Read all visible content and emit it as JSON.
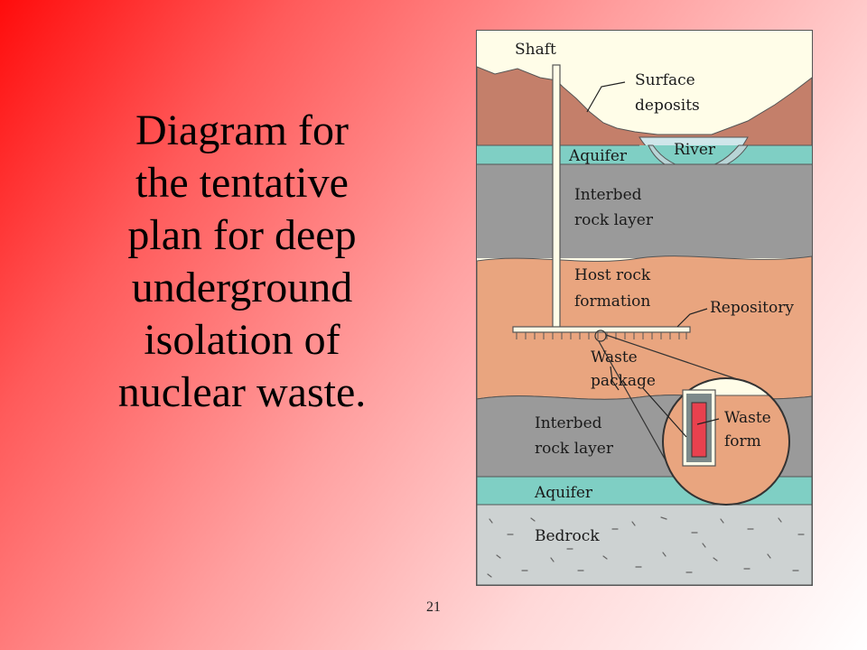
{
  "slide": {
    "title": "Diagram for\nthe tentative\nplan for deep\nunderground\nisolation of\nnuclear waste.",
    "number": "21"
  },
  "diagram": {
    "labels": {
      "shaft": "Shaft",
      "surface_deposits_1": "Surface",
      "surface_deposits_2": "deposits",
      "river": "River",
      "aquifer_top": "Aquifer",
      "interbed_top_1": "Interbed",
      "interbed_top_2": "rock layer",
      "host_rock_1": "Host rock",
      "host_rock_2": "formation",
      "repository": "Repository",
      "waste_package_1": "Waste",
      "waste_package_2": "package",
      "waste_form_1": "Waste",
      "waste_form_2": "form",
      "interbed_bottom_1": "Interbed",
      "interbed_bottom_2": "rock layer",
      "aquifer_bottom": "Aquifer",
      "bedrock": "Bedrock"
    },
    "colors": {
      "sky": "#fffde8",
      "surface_deposits": "#c47f6a",
      "river": "#cfe6ea",
      "aquifer": "#7fcfc4",
      "interbed": "#9a9a9a",
      "host_rock": "#e9a57f",
      "bedrock": "#cdd2d2",
      "waste_form": "#e8414e",
      "canister": "#7d8a8a"
    }
  }
}
